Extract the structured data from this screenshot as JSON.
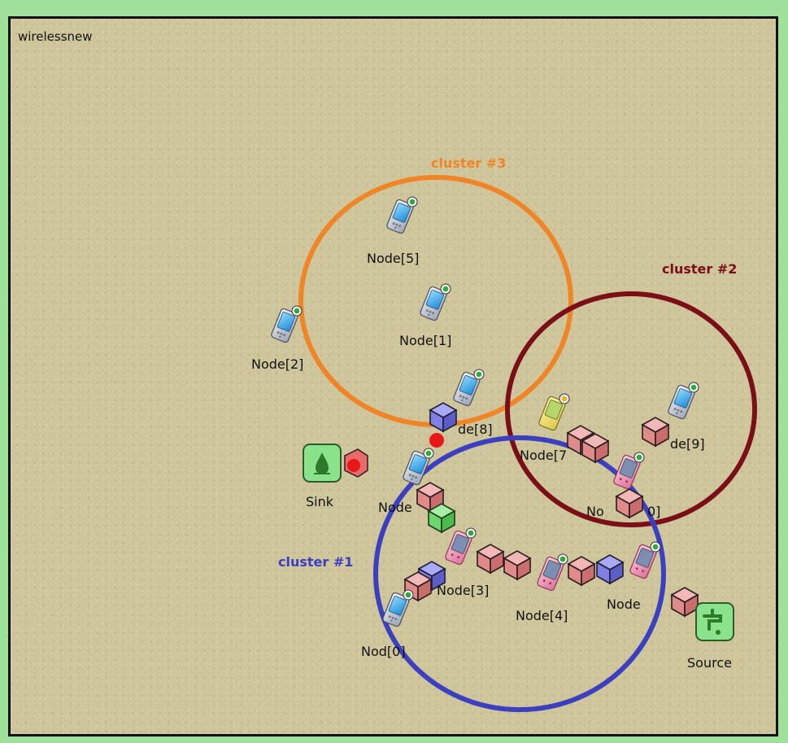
{
  "window": {
    "title": "wirelessnew"
  },
  "colors": {
    "background": "#cfc59b",
    "frame_border": "#9fe09a",
    "cluster_1": "#3b3fc0",
    "cluster_2": "#7a0f18",
    "cluster_3": "#f08528",
    "packet": "#e99a9a",
    "packet_blue": "#7f7fe6",
    "packet_green": "#6fd56f",
    "message_dot": "#e81818"
  },
  "clusters": [
    {
      "id": "cluster-1",
      "label": "cluster #1"
    },
    {
      "id": "cluster-2",
      "label": "cluster #2"
    },
    {
      "id": "cluster-3",
      "label": "cluster #3"
    }
  ],
  "nodes": [
    {
      "id": "node-0",
      "label": "Nod[0]",
      "icon": "pda-icon"
    },
    {
      "id": "node-1",
      "label": "Node[1]",
      "icon": "pda-icon"
    },
    {
      "id": "node-2",
      "label": "Node[2]",
      "icon": "pda-icon"
    },
    {
      "id": "node-3",
      "label": "Node[3]",
      "icon": "pda-icon"
    },
    {
      "id": "node-4",
      "label": "Node[4]",
      "icon": "pda-icon"
    },
    {
      "id": "node-5",
      "label": "Node[5]",
      "icon": "pda-icon"
    },
    {
      "id": "node-6",
      "label": "Node",
      "icon": "pda-icon"
    },
    {
      "id": "node-7",
      "label": "Node[7",
      "icon": "pda-icon"
    },
    {
      "id": "node-8",
      "label": "de[8]",
      "icon": "pda-icon"
    },
    {
      "id": "node-9",
      "label": "de[9]",
      "icon": "pda-icon"
    },
    {
      "id": "node-10",
      "label": "No",
      "icon": "pda-icon"
    },
    {
      "id": "node-10b",
      "label": "0]",
      "icon": "pda-icon"
    },
    {
      "id": "node-11",
      "label": "Node",
      "icon": "pda-icon"
    }
  ],
  "endpoints": {
    "sink": {
      "label": "Sink",
      "icon": "sink-icon"
    },
    "source": {
      "label": "Source",
      "icon": "faucet-icon"
    }
  }
}
